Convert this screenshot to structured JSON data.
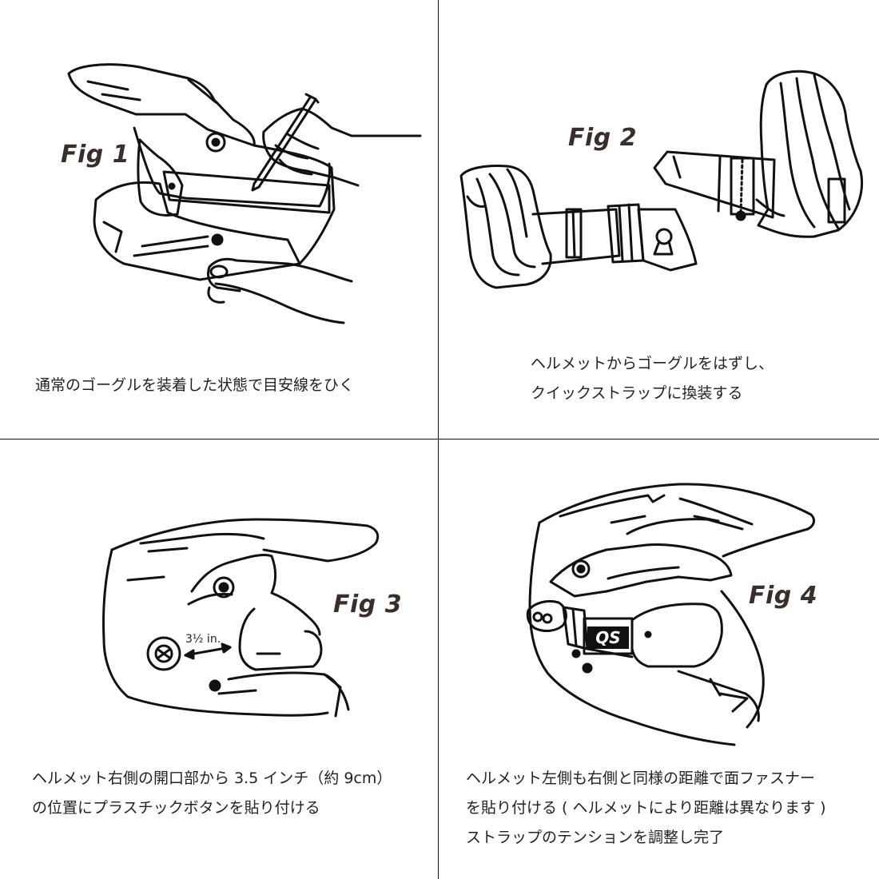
{
  "panels": [
    {
      "fig_label": "Fig 1",
      "caption_lines": [
        "通常のゴーグルを装着した状態で目安線をひく"
      ]
    },
    {
      "fig_label": "Fig 2",
      "caption_lines": [
        "ヘルメットからゴーグルをはずし、",
        "クイックストラップに換装する"
      ]
    },
    {
      "fig_label": "Fig 3",
      "measurement_label": "3½ in.",
      "caption_lines": [
        "ヘルメット右側の開口部から 3.5 インチ（約 9cm）",
        "の位置にプラスチックボタンを貼り付ける"
      ]
    },
    {
      "fig_label": "Fig 4",
      "goggle_logo": "QS",
      "caption_lines": [
        "ヘルメット左側も右側と同様の距離で面ファスナー",
        "を貼り付ける ( ヘルメットにより距離は異なります )",
        "ストラップのテンションを調整し完了"
      ]
    }
  ]
}
